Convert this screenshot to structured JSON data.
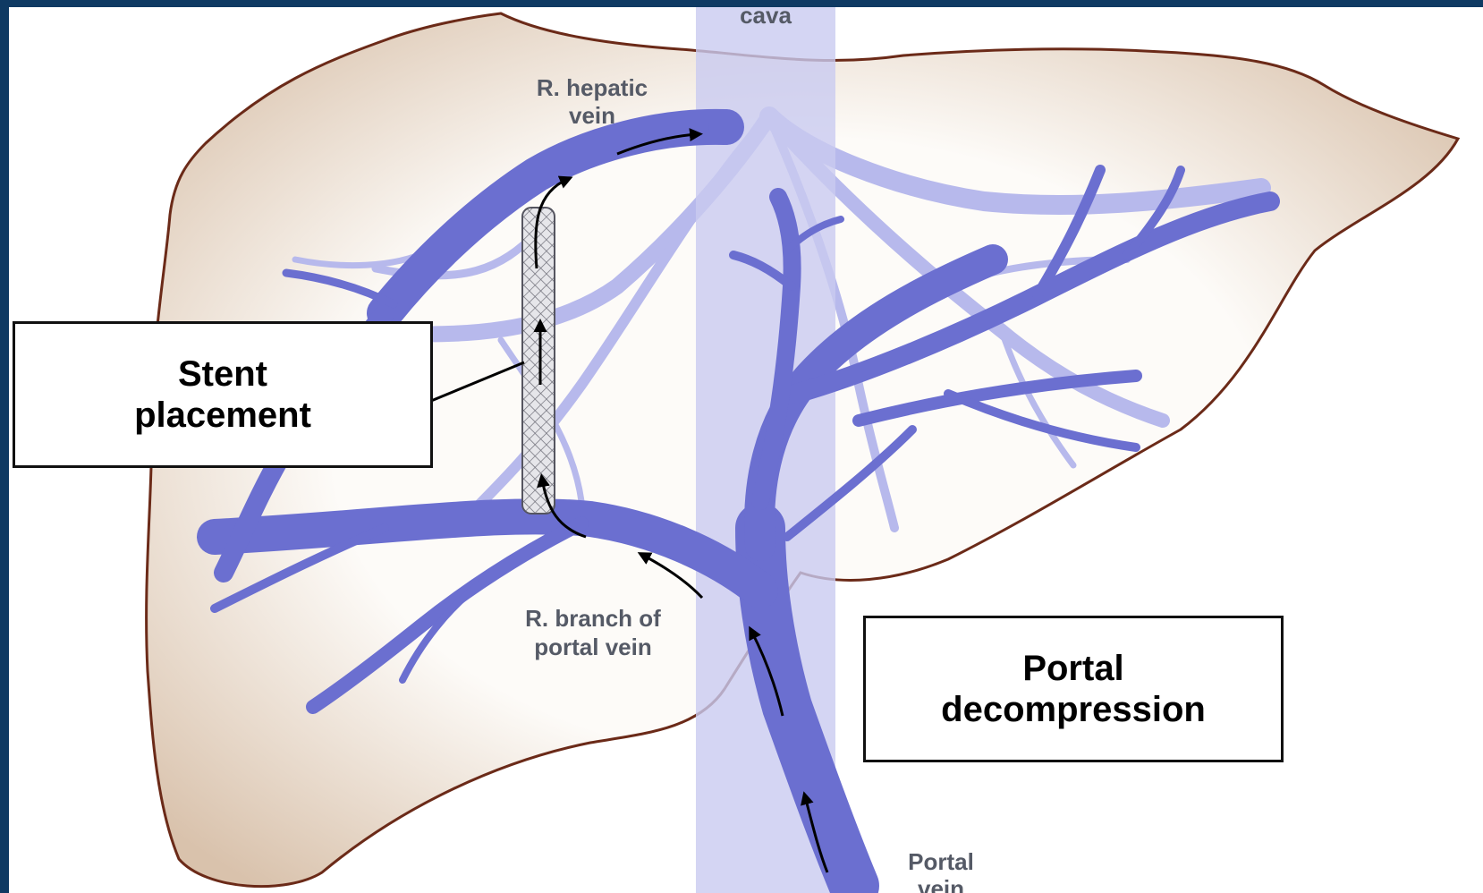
{
  "labels": {
    "ivc": "cava",
    "hepatic_vein_line1": "R. hepatic",
    "hepatic_vein_line2": "vein",
    "portal_branch_line1": "R. branch of",
    "portal_branch_line2": "portal vein",
    "portal_vein_line1": "Portal",
    "portal_vein_line2": "vein"
  },
  "callouts": {
    "stent_line1": "Stent",
    "stent_line2": "placement",
    "decompression_line1": "Portal",
    "decompression_line2": "decompression"
  },
  "colors": {
    "frame": "#0f3a63",
    "liver_fill": "#fbf8f4",
    "liver_outline": "#6b2a18",
    "vessel": "#6b6fd0",
    "vessel_faint": "#b7b9ec",
    "ivc_band": "#c9caf0"
  }
}
